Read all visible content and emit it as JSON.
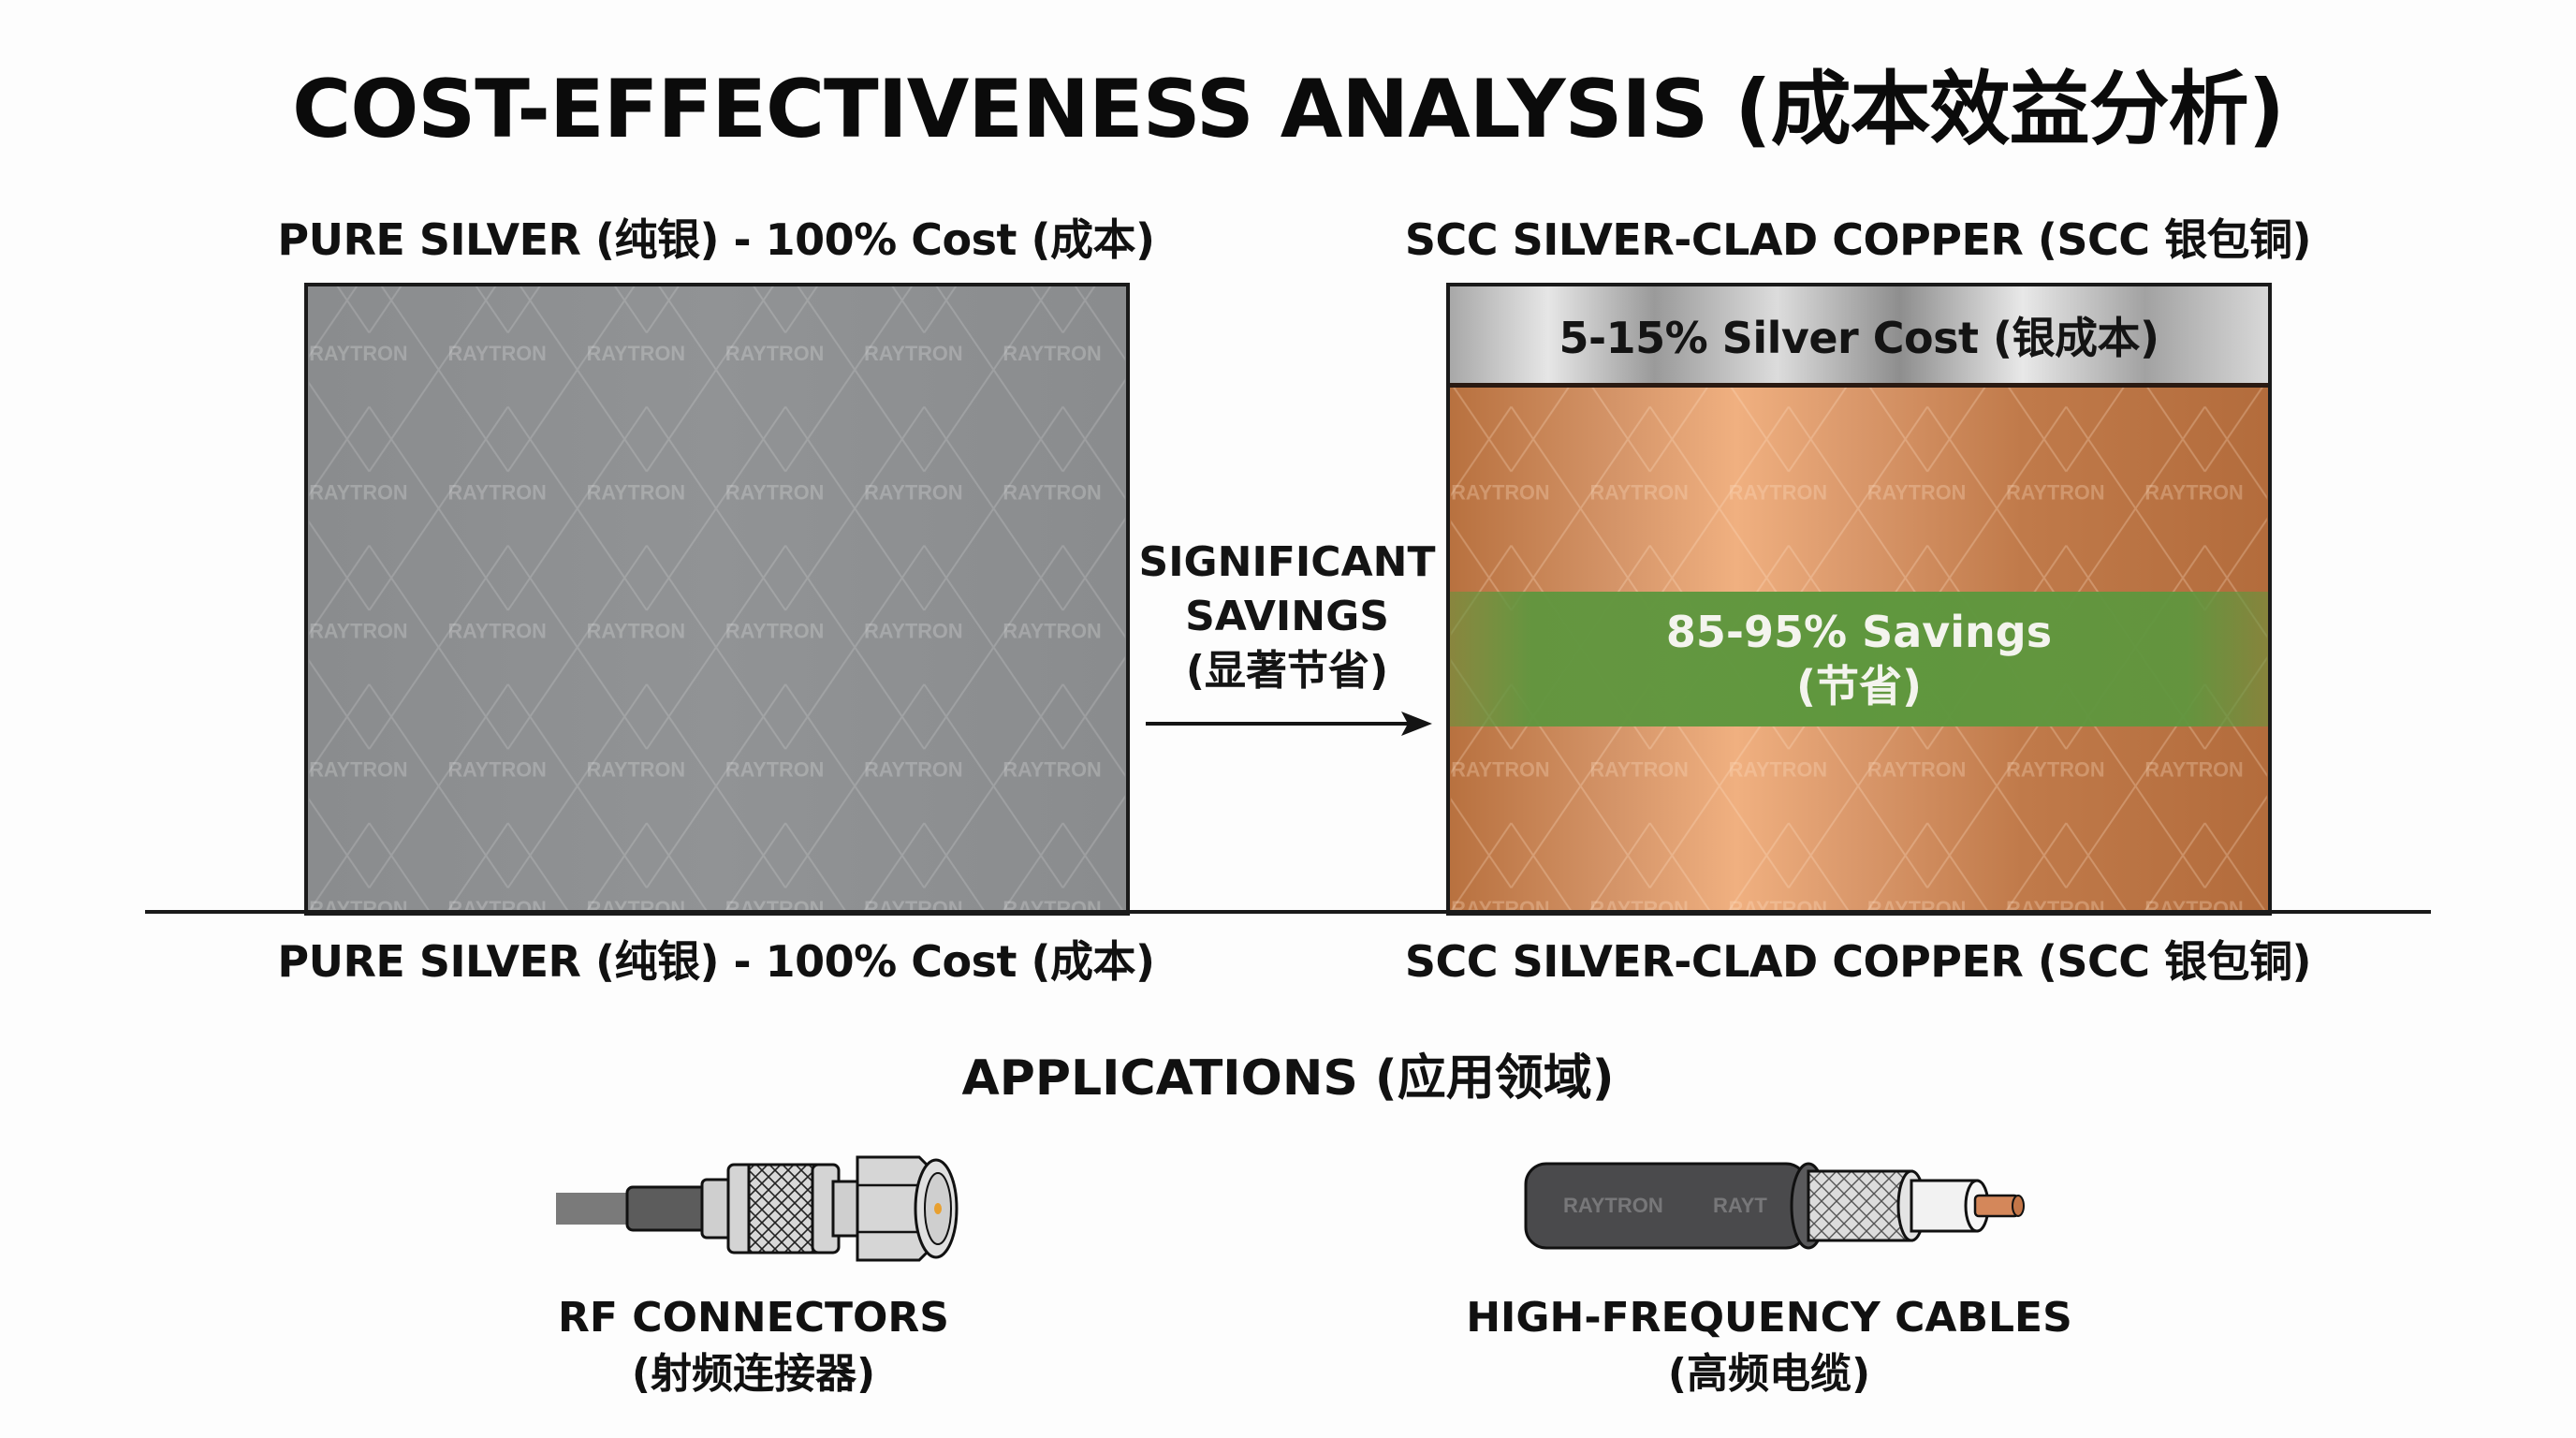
{
  "title": "COST-EFFECTIVENESS ANALYSIS (成本效益分析)",
  "comparison": {
    "left": {
      "top_label": "PURE SILVER (纯银) - 100% Cost (成本)",
      "bottom_label": "PURE SILVER (纯银) - 100% Cost (成本)",
      "fill_color": "#8c8e90"
    },
    "right": {
      "top_label": "SCC SILVER-CLAD COPPER (SCC 银包铜)",
      "bottom_label": "SCC SILVER-CLAD COPPER (SCC 银包铜)",
      "silver_band_label": "5-15% Silver Cost (银成本)",
      "savings_line1": "85-95% Savings",
      "savings_line2": "(节省)",
      "copper_color": "#c9845a",
      "savings_color": "#5f973e"
    },
    "arrow": {
      "line1": "SIGNIFICANT",
      "line2": "SAVINGS",
      "line3": "(显著节省)"
    }
  },
  "watermark": "RAYTRON",
  "applications": {
    "title": "APPLICATIONS (应用领域)",
    "items": [
      {
        "icon": "rf-connector-icon",
        "label_en": "RF CONNECTORS",
        "label_cn": "(射频连接器)"
      },
      {
        "icon": "coaxial-cable-icon",
        "label_en": "HIGH-FREQUENCY CABLES",
        "label_cn": "(高频电缆)"
      }
    ]
  }
}
